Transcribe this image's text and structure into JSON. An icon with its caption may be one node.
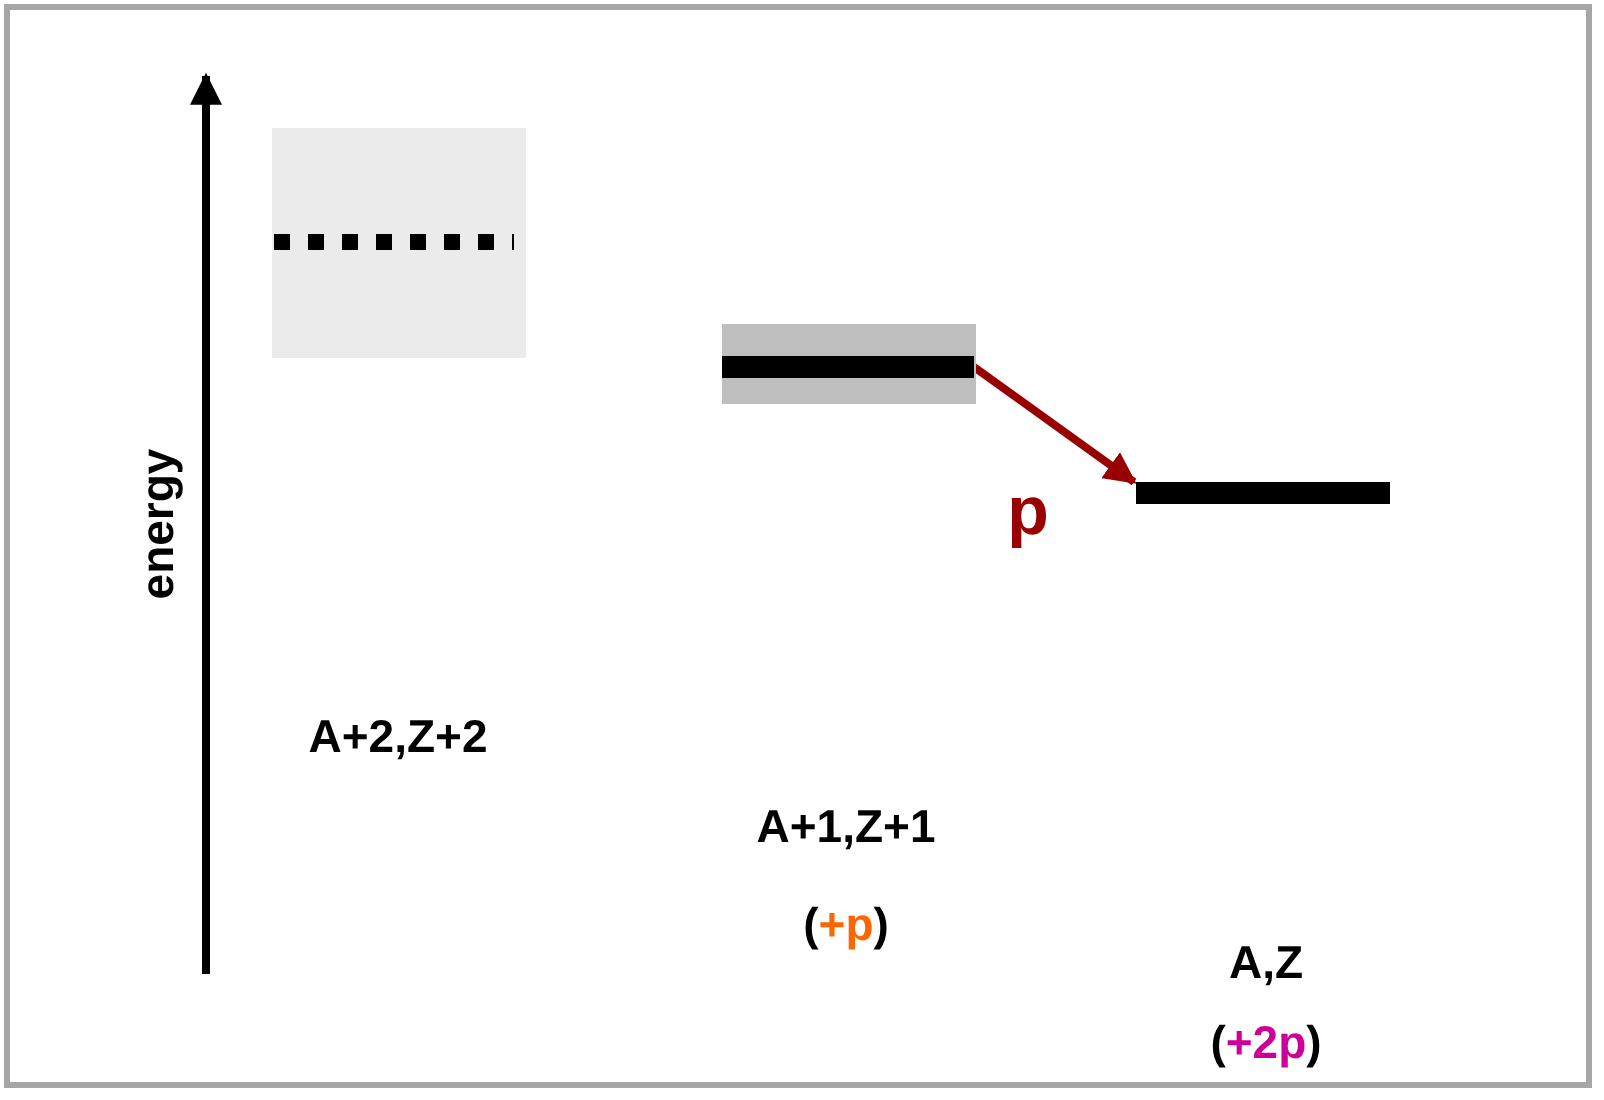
{
  "diagram": {
    "nodes": [
      {
        "text": [],
        "shape": "line"
      },
      {
        "text": [],
        "shape": "bar"
      },
      {
        "text": [],
        "shape": "bar"
      }
    ],
    "edges": [
      {
        "from": 1,
        "to": 2,
        "arrow": "to",
        "label": "p"
      }
    ],
    "labels": [
      "energy",
      "A+2,Z+2",
      "A+1,Z+1",
      "(*+p*)",
      "A,Z",
      "(*+2p*)"
    ]
  }
}
